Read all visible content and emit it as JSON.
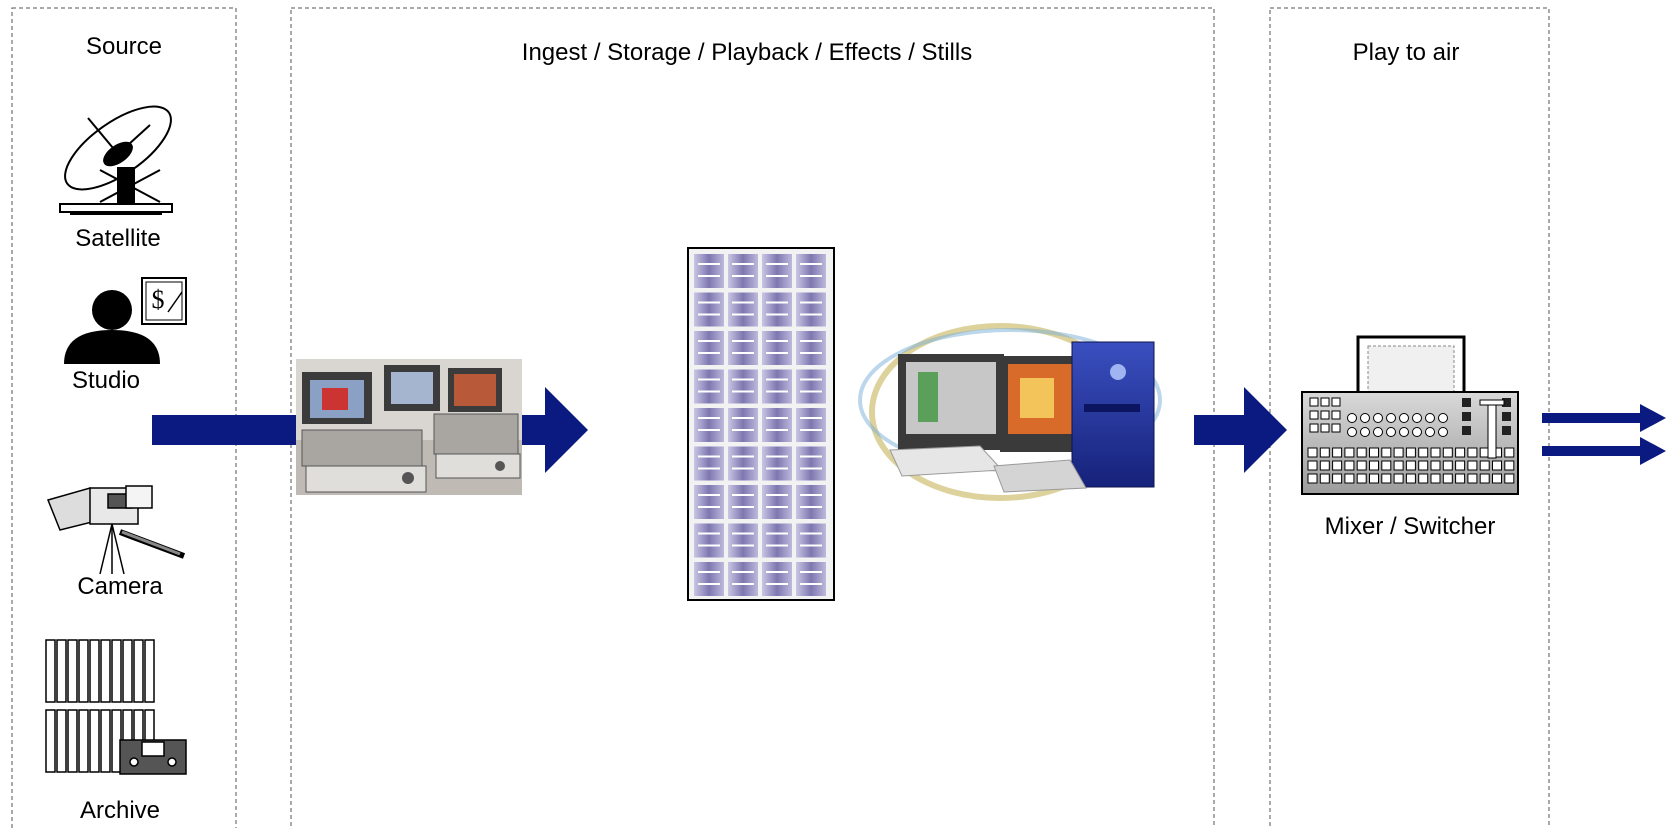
{
  "diagram": {
    "sections": {
      "source": "Source",
      "ingest": "Ingest / Storage / Playback / Effects / Stills",
      "playout": "Play to air"
    },
    "sources": {
      "satellite": "Satellite",
      "studio": "Studio",
      "camera": "Camera",
      "archive": "Archive"
    },
    "studio_sign": "$",
    "mixer": "Mixer / Switcher",
    "colors": {
      "arrow": "#0a1a80",
      "border": "#555555",
      "storage_tile": "#8a85b8"
    },
    "icons": [
      "satellite-dish-icon",
      "presenter-icon",
      "camera-icon",
      "tape-archive-icon",
      "vtr-deck-icon",
      "storage-rack-icon",
      "edit-workstation-icon",
      "vision-mixer-icon"
    ]
  }
}
